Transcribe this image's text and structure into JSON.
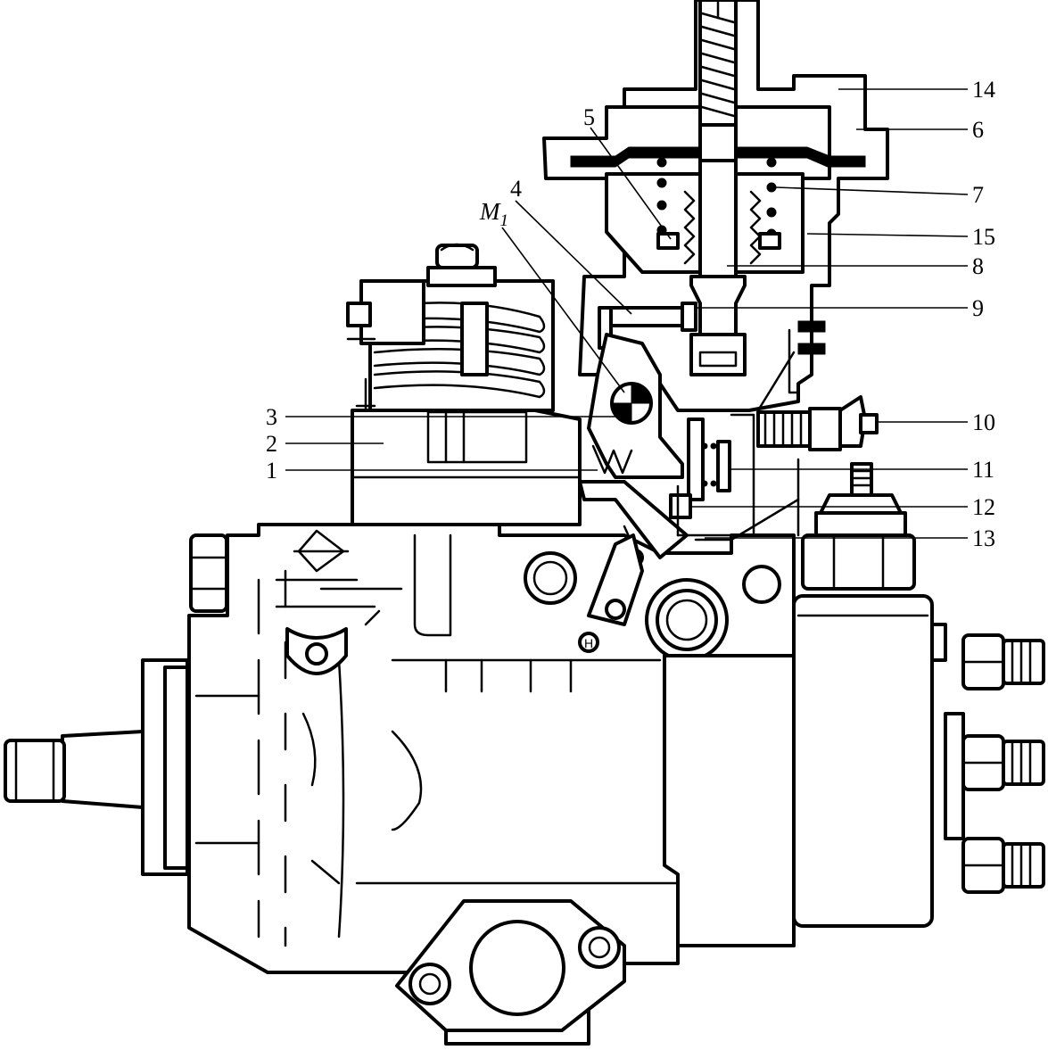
{
  "diagram": {
    "marker_letter": "H",
    "labels": {
      "l1": "1",
      "l2": "2",
      "l3": "3",
      "l4": "4",
      "l5": "5",
      "l6": "6",
      "l7": "7",
      "l8": "8",
      "l9": "9",
      "l10": "10",
      "l11": "11",
      "l12": "12",
      "l13": "13",
      "l14": "14",
      "l15": "15",
      "m_main": "M",
      "m_sub": "1"
    },
    "colors": {
      "line": "#000000",
      "background": "#ffffff"
    }
  }
}
